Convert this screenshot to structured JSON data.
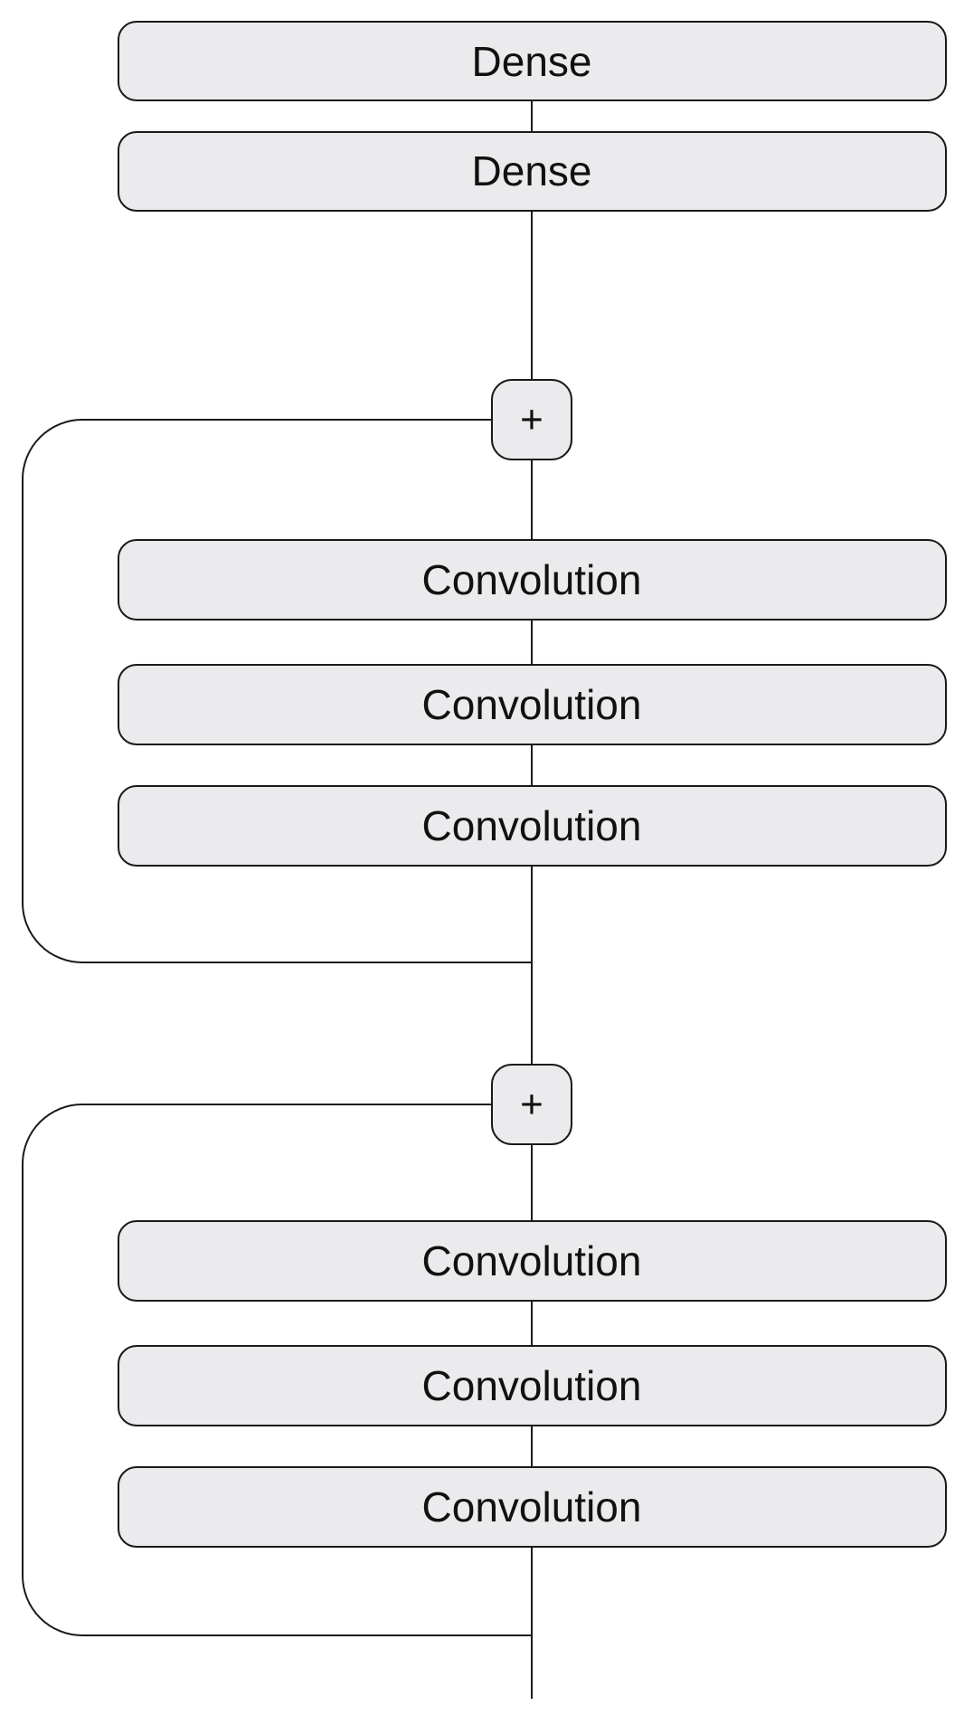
{
  "diagram": {
    "nodes": {
      "dense_1": "Dense",
      "dense_2": "Dense",
      "add_1": "+",
      "conv_1": "Convolution",
      "conv_2": "Convolution",
      "conv_3": "Convolution",
      "add_2": "+",
      "conv_4": "Convolution",
      "conv_5": "Convolution",
      "conv_6": "Convolution"
    }
  }
}
